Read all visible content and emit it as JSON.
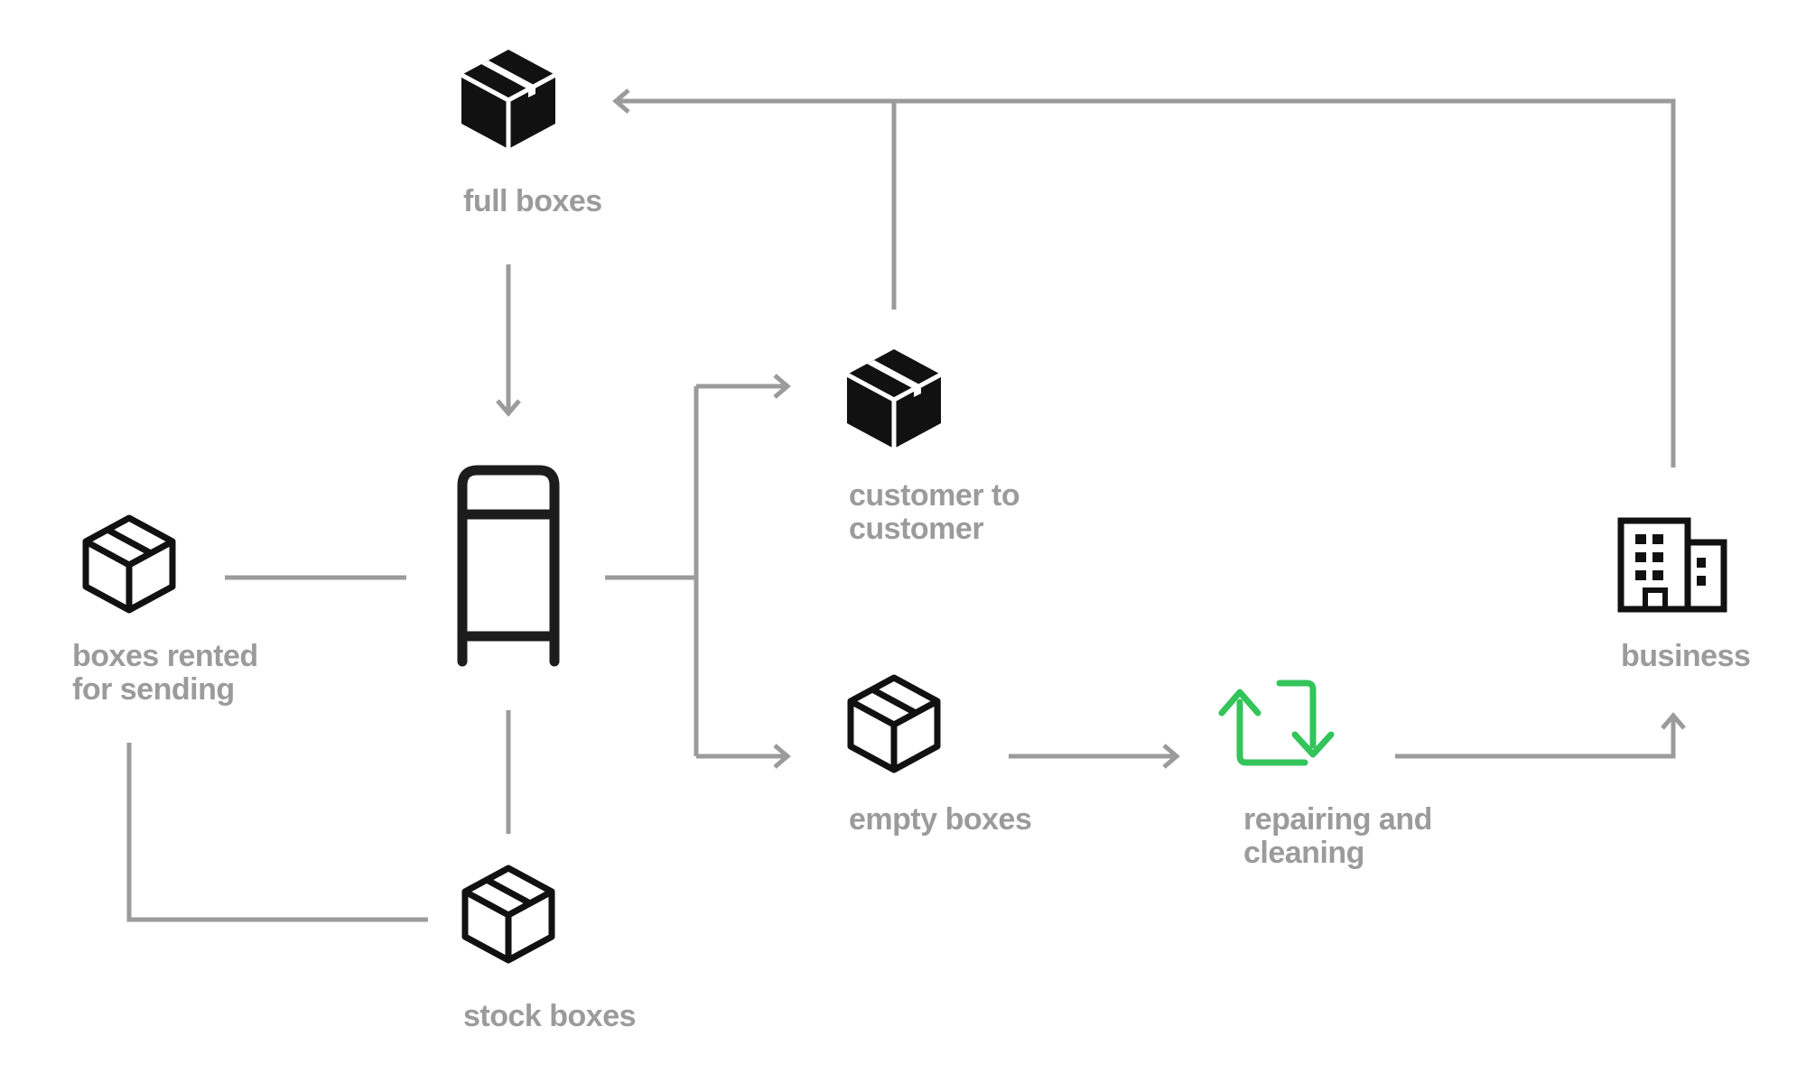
{
  "colors": {
    "connector": "#9b9b9b",
    "icon": "#111111",
    "label": "#9b9b9b",
    "accent": "#33c45a"
  },
  "nodes": {
    "full_boxes": {
      "icon": "box-filled-icon",
      "lines": [
        "full boxes"
      ]
    },
    "mailbox": {
      "icon": "parcel-locker-icon"
    },
    "boxes_rented": {
      "icon": "box-outline-icon",
      "lines": [
        "boxes rented",
        "for sending"
      ]
    },
    "stock_boxes": {
      "icon": "box-outline-icon",
      "lines": [
        "stock boxes"
      ]
    },
    "customer": {
      "icon": "box-filled-icon",
      "lines": [
        "customer to",
        "customer"
      ]
    },
    "empty_boxes": {
      "icon": "box-outline-icon",
      "lines": [
        "empty boxes"
      ]
    },
    "repairing": {
      "icon": "repeat-icon",
      "lines": [
        "repairing and",
        "cleaning"
      ]
    },
    "business": {
      "icon": "building-icon",
      "lines": [
        "business"
      ]
    }
  }
}
